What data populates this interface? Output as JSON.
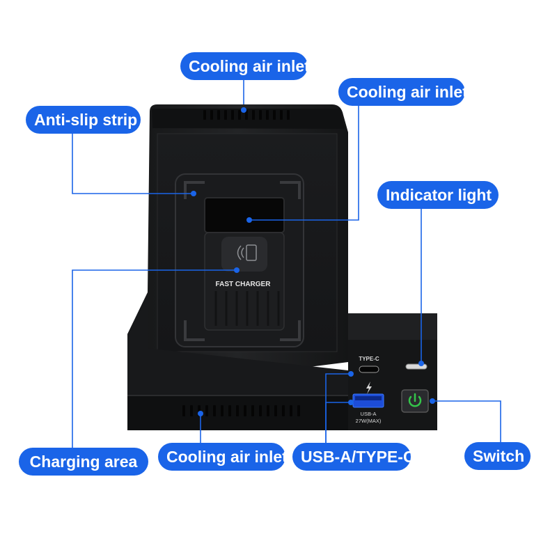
{
  "theme": {
    "accent": "#1a64e8",
    "device_body": "#1c1d1f",
    "device_dark": "#0f1011",
    "device_edge": "#2b2c2e",
    "switch_glow": "#34c54a"
  },
  "callouts": {
    "cooling_top": "Cooling air inlet",
    "cooling_right": "Cooling air inlet",
    "anti_slip": "Anti-slip strip",
    "indicator": "Indicator light",
    "charging_area": "Charging area",
    "cooling_bottom": "Cooling air inlet",
    "usb": "USB-A/TYPE-C",
    "switch": "Switch"
  },
  "device": {
    "pad_label": "FAST CHARGER",
    "typec_label": "TYPE-C",
    "usba_label": "USB-A",
    "usba_rating": "27W(MAX)",
    "wireless_icon": "wireless-charging-icon",
    "lightning_icon": "lightning-icon",
    "power_icon": "power-icon"
  }
}
